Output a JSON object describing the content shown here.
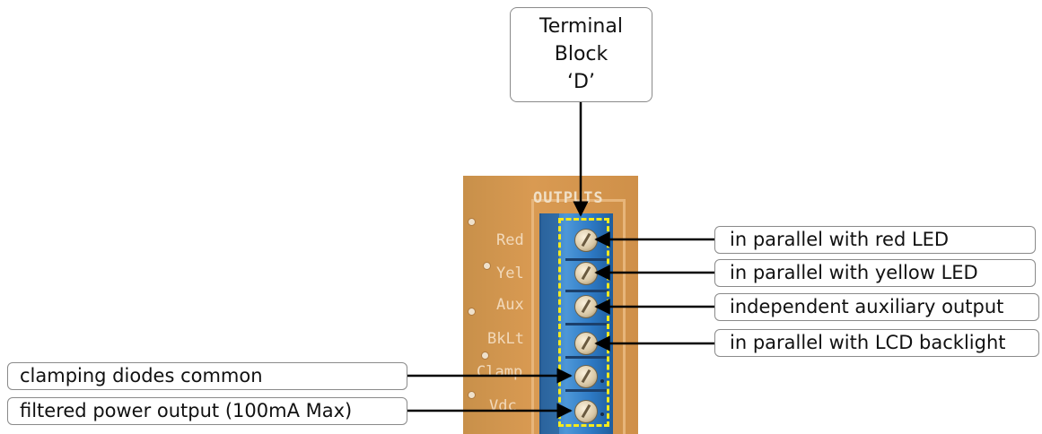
{
  "title": {
    "lines": [
      "Terminal",
      "Block",
      "‘D’"
    ]
  },
  "board": {
    "header": "OUTPUTS",
    "pin_labels": [
      "Red",
      "Yel",
      "Aux",
      "BkLt",
      "Clamp",
      "Vdc"
    ]
  },
  "callouts": {
    "right": [
      "in parallel with red LED",
      "in parallel with yellow LED",
      "independent auxiliary output",
      "in parallel with LCD backlight"
    ],
    "left": [
      "clamping diodes common",
      "filtered power output (100mA Max)"
    ]
  },
  "colors": {
    "pcb": "#d99a52",
    "terminal_block": "#3b87cc",
    "highlight": "#f5ea1c",
    "arrow": "#000000"
  }
}
